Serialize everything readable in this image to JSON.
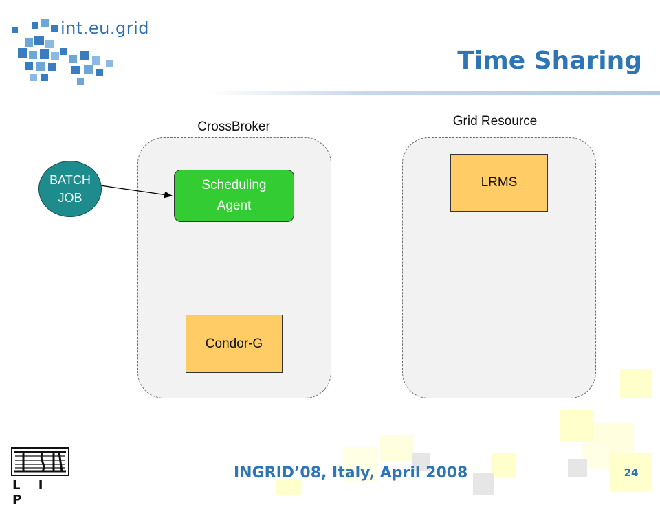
{
  "slide": {
    "title": "Time Sharing",
    "logo_text": "int.eu.grid",
    "footer": "INGRID’08, Italy, April 2008",
    "page_number": "24",
    "lip_logo_text": "L I P"
  },
  "diagram": {
    "crossbroker_label": "CrossBroker",
    "grid_resource_label": "Grid Resource",
    "batch_job_line1": "BATCH",
    "batch_job_line2": "JOB",
    "scheduling_agent_line1": "Scheduling",
    "scheduling_agent_line2": "Agent",
    "condor_g_label": "Condor-G",
    "lrms_label": "LRMS"
  },
  "colors": {
    "title_blue": "#2e75b6",
    "node_orange": "#ffcc66",
    "node_green": "#33cc33",
    "node_teal": "#1e8c8c",
    "container_gray": "#f2f2f2"
  }
}
